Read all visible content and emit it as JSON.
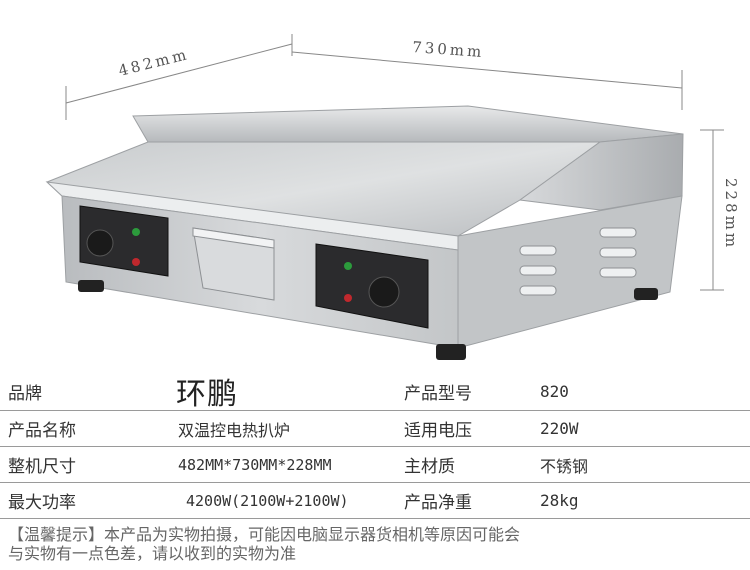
{
  "dimensions": {
    "depth": "482mm",
    "width": "730mm",
    "height": "228mm"
  },
  "specs": [
    {
      "label": "品牌",
      "value": "环鹏",
      "label2": "产品型号",
      "value2": "820"
    },
    {
      "label": "产品名称",
      "value": "双温控电热扒炉",
      "label2": "适用电压",
      "value2": "220W"
    },
    {
      "label": "整机尺寸",
      "value": "482MM*730MM*228MM",
      "label2": "主材质",
      "value2": "不锈钢"
    },
    {
      "label": "最大功率",
      "value": "4200W(2100W+2100W)",
      "label2": "产品净重",
      "value2": "28kg"
    }
  ],
  "note": {
    "line1": "【温馨提示】本产品为实物拍摄，可能因电脑显示器货相机等原因可能会",
    "line2": "与实物有一点色差，请以收到的实物为准"
  }
}
